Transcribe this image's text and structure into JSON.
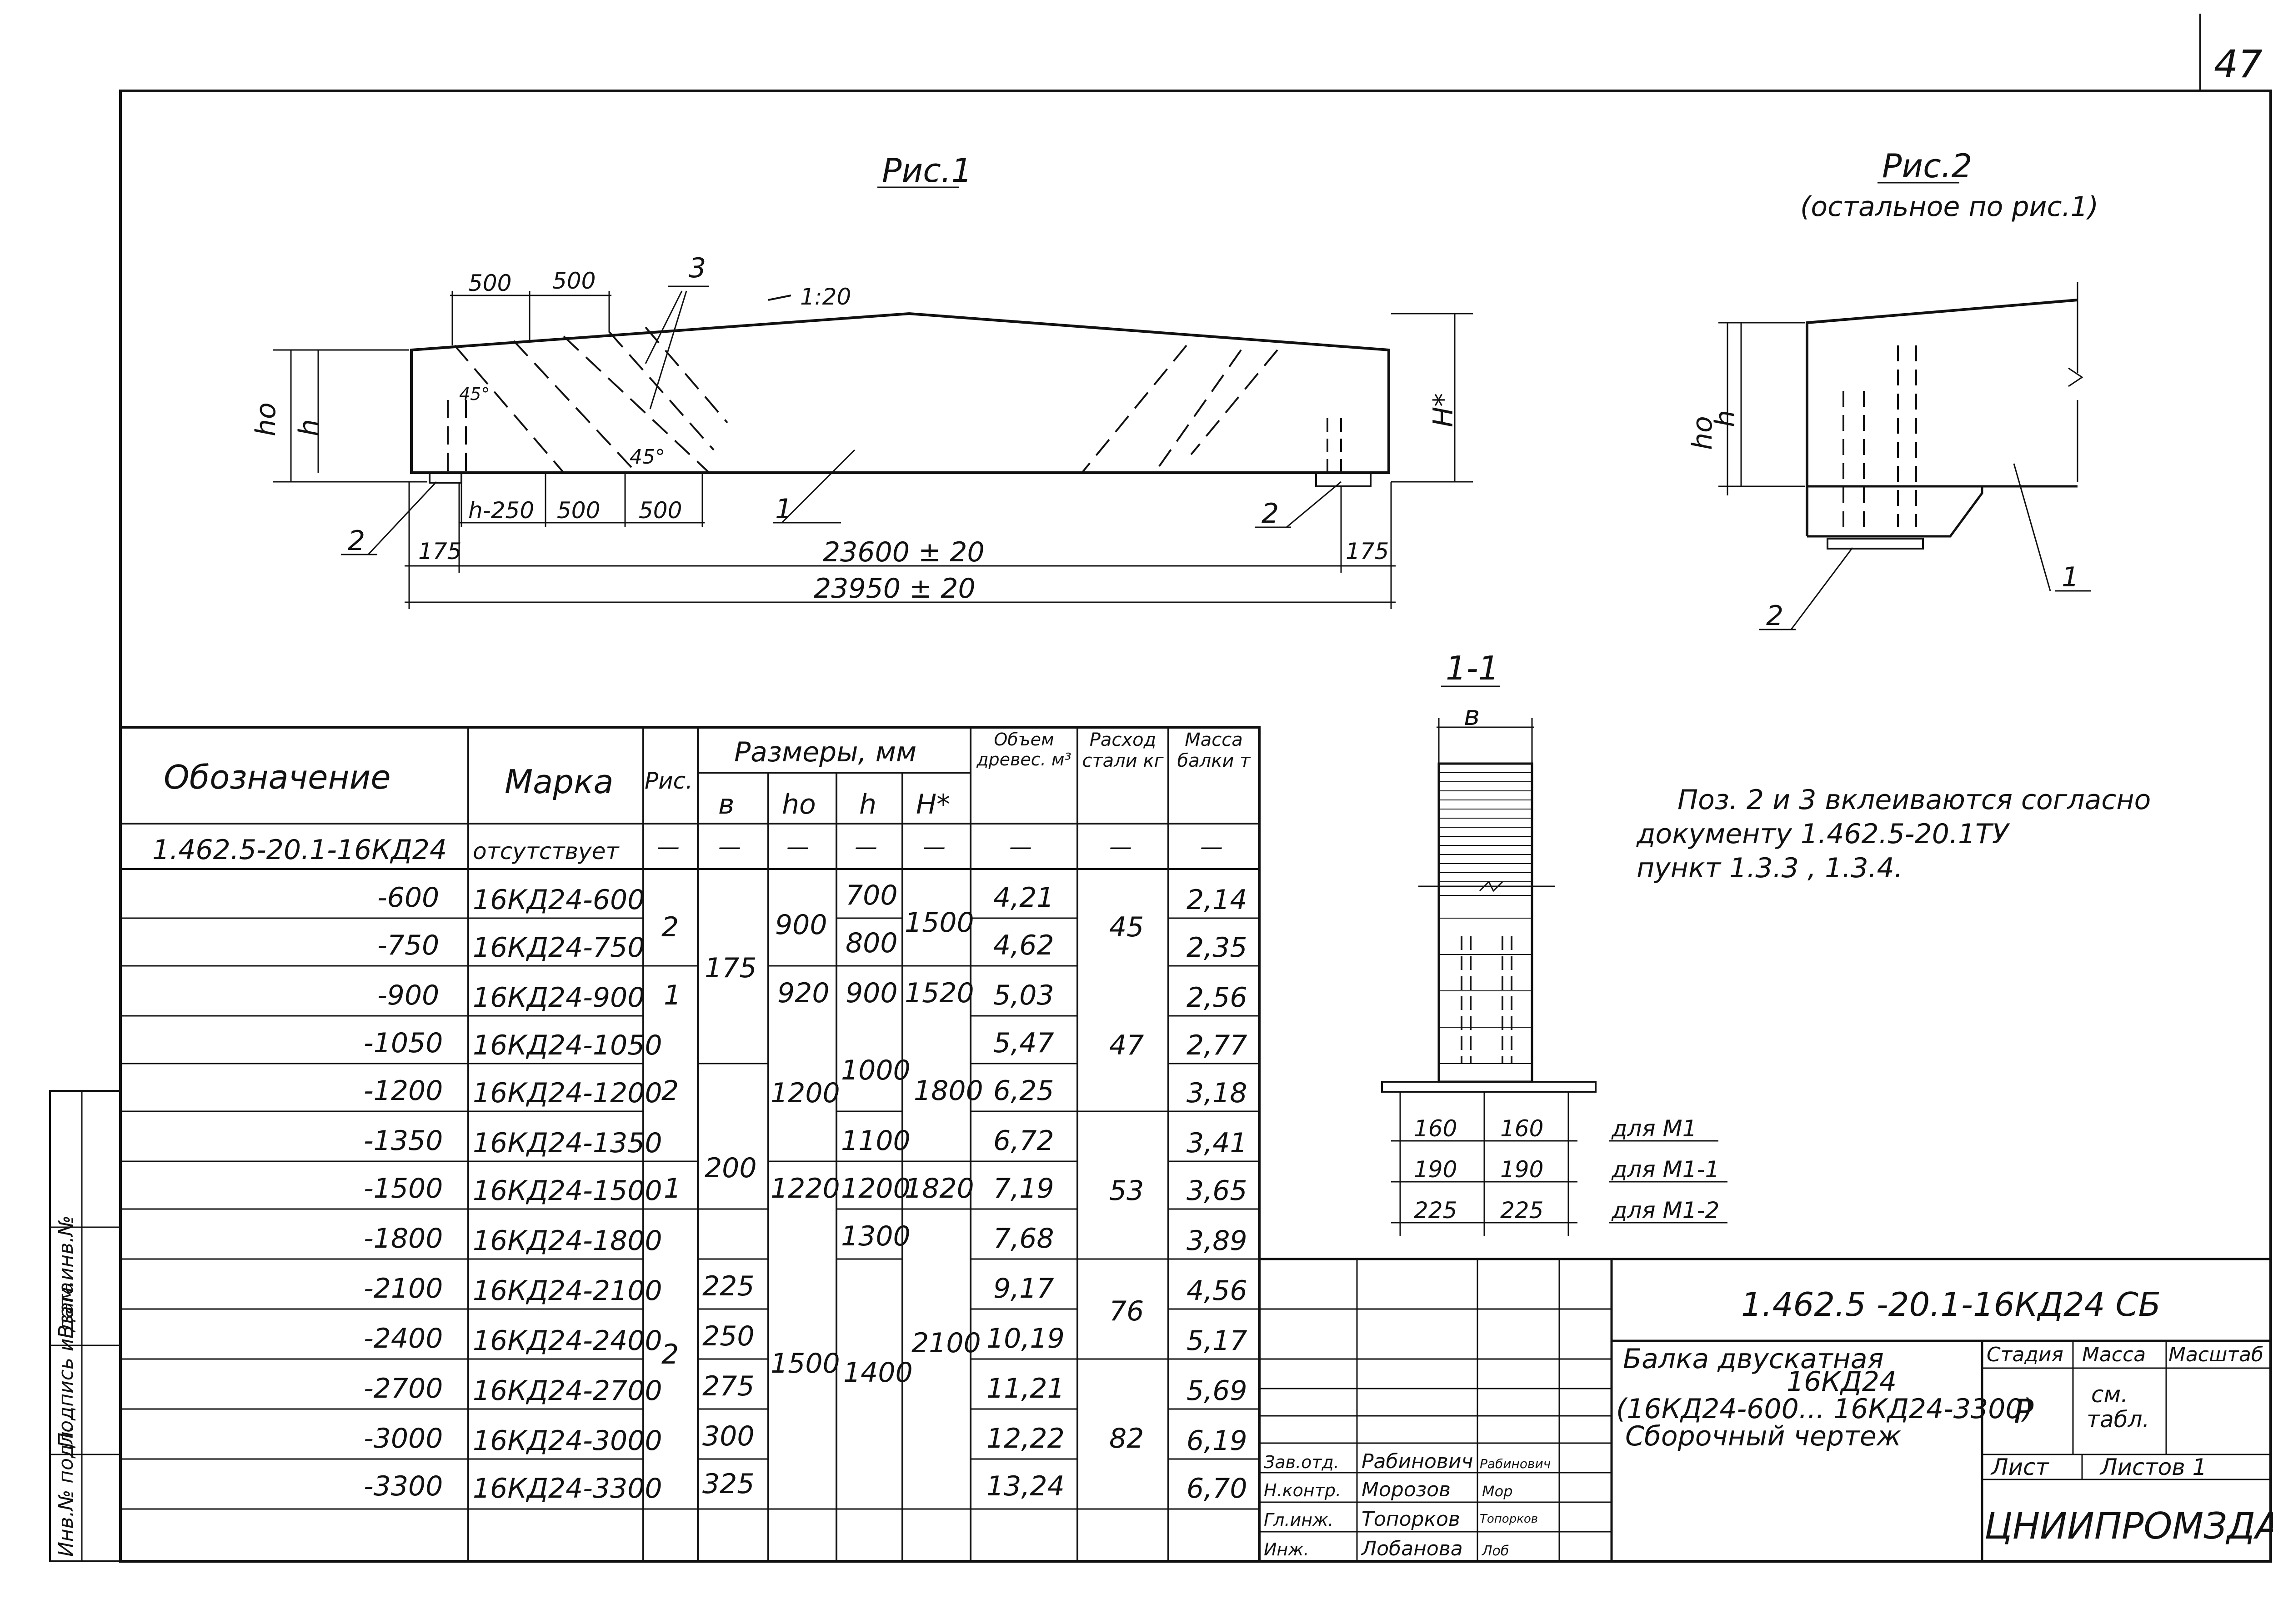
{
  "sheet_number": "47",
  "fig1": {
    "title": "Рис.1",
    "slope": "1:20",
    "dim_top_500_a": "500",
    "dim_top_500_b": "500",
    "dim_bot_h250": "h-250",
    "dim_bot_500_a": "500",
    "dim_bot_500_b": "500",
    "dim_end_left": "175",
    "dim_end_right": "175",
    "length_inner": "23600 ± 20",
    "length_outer": "23950 ± 20",
    "angle_a": "45°",
    "angle_b": "45°",
    "label_ho": "ho",
    "label_h": "h",
    "label_H": "H*",
    "pos_1": "1",
    "pos_2a": "2",
    "pos_2b": "2",
    "pos_3": "3"
  },
  "fig2": {
    "title": "Рис.2",
    "subtitle": "(остальное по рис.1)",
    "label_ho": "ho",
    "label_h": "h",
    "pos_1": "1",
    "pos_2": "2"
  },
  "section": {
    "title": "1-1",
    "label_b": "в",
    "dims": [
      {
        "a": "160",
        "b": "160",
        "note": "для М1"
      },
      {
        "a": "190",
        "b": "190",
        "note": "для М1-1"
      },
      {
        "a": "225",
        "b": "225",
        "note": "для М1-2"
      }
    ]
  },
  "note": {
    "line1": "Поз. 2 и 3 вклеиваются согласно",
    "line2": "документу 1.462.5-20.1ТУ",
    "line3": "пункт 1.3.3 , 1.3.4."
  },
  "table": {
    "headers": {
      "oboznachenie": "Обозначение",
      "marka": "Марка",
      "ris": "Рис.",
      "razmery": "Размеры, мм",
      "b": "в",
      "ho": "hо",
      "h": "h",
      "H": "H*",
      "volume": "Объем древес. м³",
      "steel": "Расход стали кг",
      "mass": "Масса балки т"
    },
    "rows": [
      {
        "oboz": "1.462.5-20.1-16КД24",
        "marka": "отсутствует",
        "ris": "—",
        "b": "—",
        "ho": "—",
        "h": "—",
        "H": "—",
        "vol": "—",
        "steel": "—",
        "mass": "—"
      },
      {
        "oboz": "-600",
        "marka": "16КД24-600",
        "h": "700",
        "vol": "4,21",
        "mass": "2,14"
      },
      {
        "oboz": "-750",
        "marka": "16КД24-750",
        "h": "800",
        "vol": "4,62",
        "mass": "2,35"
      },
      {
        "oboz": "-900",
        "marka": "16КД24-900",
        "h": "900",
        "vol": "5,03",
        "mass": "2,56"
      },
      {
        "oboz": "-1050",
        "marka": "16КД24-1050",
        "vol": "5,47",
        "mass": "2,77"
      },
      {
        "oboz": "-1200",
        "marka": "16КД24-1200",
        "vol": "6,25",
        "mass": "3,18"
      },
      {
        "oboz": "-1350",
        "marka": "16КД24-1350",
        "h": "1100",
        "vol": "6,72",
        "mass": "3,41"
      },
      {
        "oboz": "-1500",
        "marka": "16КД24-1500",
        "h": "1200",
        "vol": "7,19",
        "mass": "3,65"
      },
      {
        "oboz": "-1800",
        "marka": "16КД24-1800",
        "h": "1300",
        "vol": "7,68",
        "mass": "3,89"
      },
      {
        "oboz": "-2100",
        "marka": "16КД24-2100",
        "b": "225",
        "vol": "9,17",
        "mass": "4,56"
      },
      {
        "oboz": "-2400",
        "marka": "16КД24-2400",
        "b": "250",
        "vol": "10,19",
        "mass": "5,17"
      },
      {
        "oboz": "-2700",
        "marka": "16КД24-2700",
        "b": "275",
        "vol": "11,21",
        "mass": "5,69"
      },
      {
        "oboz": "-3000",
        "marka": "16КД24-3000",
        "b": "300",
        "vol": "12,22",
        "mass": "6,19"
      },
      {
        "oboz": "-3300",
        "marka": "16КД24-3300",
        "b": "325",
        "vol": "13,24",
        "mass": "6,70"
      }
    ],
    "merged": {
      "ris_2a": "2",
      "ris_1a": "1",
      "ris_2b": "2",
      "ris_1b": "1",
      "ris_2c": "2",
      "b_175": "175",
      "b_200": "200",
      "ho_900": "900",
      "ho_920": "920",
      "ho_1200": "1200",
      "ho_1220": "1220",
      "ho_1500": "1500",
      "h_1000": "1000",
      "h_1400": "1400",
      "H_1500": "1500",
      "H_1520": "1520",
      "H_1800": "1800",
      "H_1820": "1820",
      "H_2100": "2100",
      "steel_45": "45",
      "steel_47": "47",
      "steel_53": "53",
      "steel_76": "76",
      "steel_82": "82"
    }
  },
  "side_stamp": {
    "inv_podl": "Инв.№ подл.",
    "podpis": "Подпись и дата",
    "vzam": "Взам.инв.№"
  },
  "title_block": {
    "code": "1.462.5 -20.1-16КД24 СБ",
    "name_line1": "Балка двускатная",
    "name_line2": "16КД24",
    "name_line3": "(16КД24-600... 16КД24-3300)",
    "name_line4": "Сборочный чертеж",
    "stage_label": "Стадия",
    "mass_label": "Масса",
    "scale_label": "Масштаб",
    "stage_value": "Р",
    "mass_value_1": "см.",
    "mass_value_2": "табл.",
    "sheet_label": "Лист",
    "sheets_label": "Листов 1",
    "org": "ЦНИИПРОМЗДАНИЙ",
    "roles": [
      {
        "role": "Зав.отд.",
        "name": "Рабинович",
        "sign": "Рабинович"
      },
      {
        "role": "Н.контр.",
        "name": "Морозов",
        "sign": "Мор"
      },
      {
        "role": "Гл.инж.",
        "name": "Топорков",
        "sign": "Топорков"
      },
      {
        "role": "Инж.",
        "name": "Лобанова",
        "sign": "Лоб"
      }
    ]
  }
}
